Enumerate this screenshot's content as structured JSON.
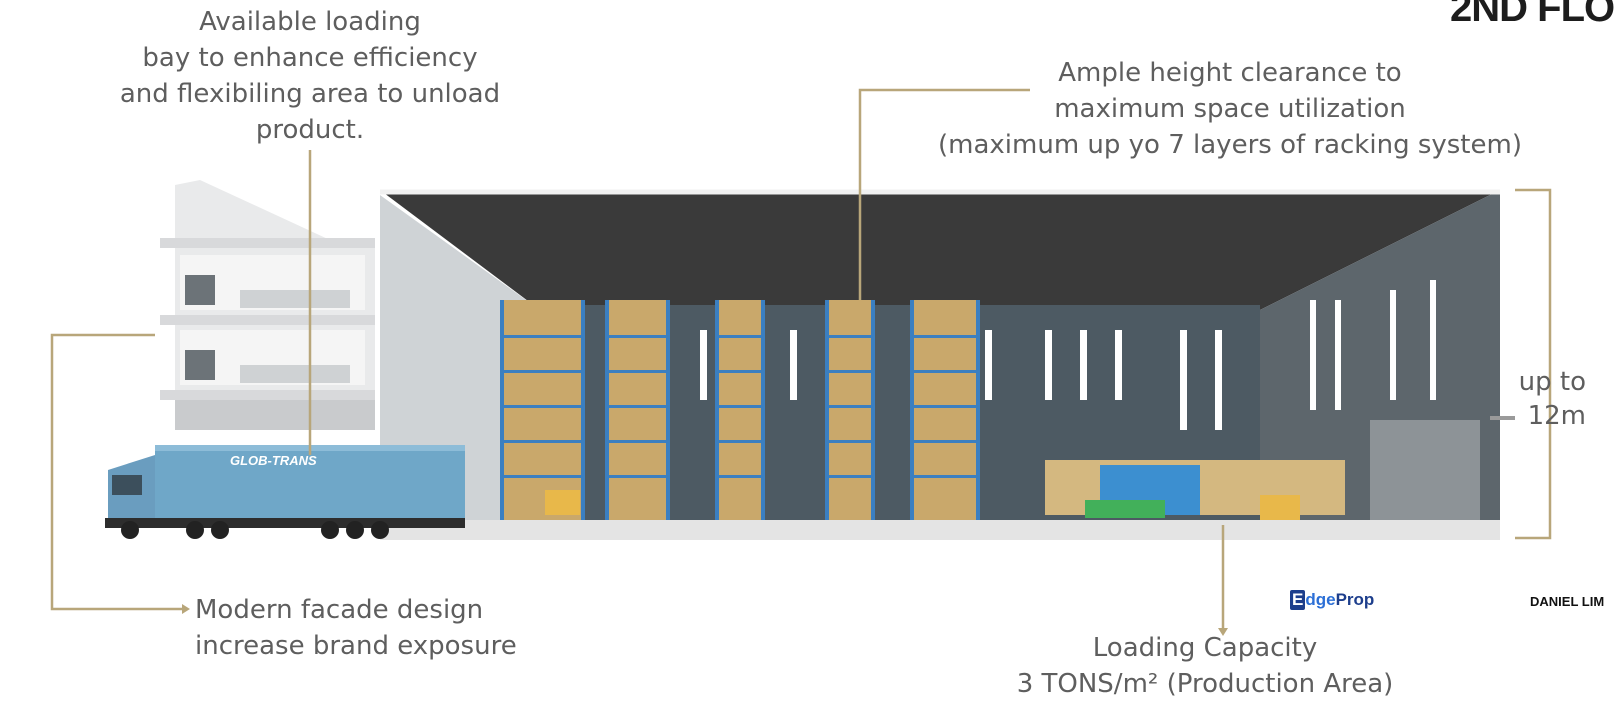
{
  "page_title": "2ND FLO",
  "callouts": {
    "loading_bay": [
      "Available loading",
      "bay to enhance efficiency",
      "and flexibiling area to unload",
      "product."
    ],
    "height_clearance": [
      "Ample height clearance to",
      "maximum space utilization",
      "(maximum up yo 7 layers of racking system)"
    ],
    "facade": [
      "Modern facade design",
      "increase brand exposure"
    ],
    "loading_capacity": [
      "Loading Capacity",
      "3 TONS/m² (Production Area)"
    ],
    "height_dimension": [
      "up to",
      "12m"
    ]
  },
  "branding": {
    "logo_badge": "E",
    "logo_dge": "dge",
    "logo_prop": "Prop",
    "agent": "DANIEL LIM"
  },
  "truck_label": "GLOB-TRANS",
  "colors": {
    "callout_line": "#b8a67a",
    "truck_body": "#6fa7c8",
    "rack_frame": "#3b7fc1",
    "roof": "#3a3a3a",
    "wall": "#4d5a63"
  }
}
